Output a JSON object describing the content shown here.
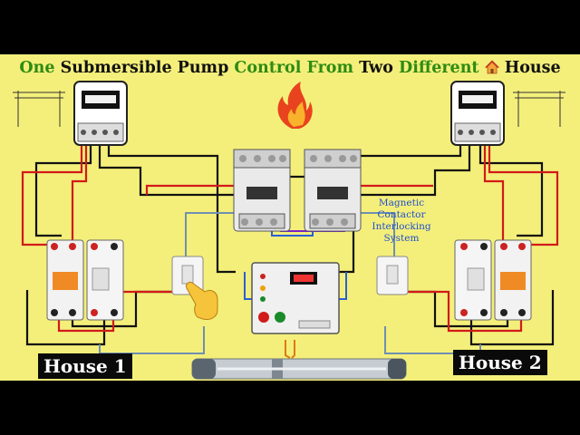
{
  "title": {
    "part1": "One",
    "part2": "Submersible Pump",
    "part3": "Control From",
    "part4": "Two",
    "part5": "Different",
    "part6": "House"
  },
  "labels": {
    "house_left": "House 1",
    "house_right": "House 2",
    "note_line1": "Magnetic",
    "note_line2": "Contactor",
    "note_line3": "Interlocking",
    "note_line4": "System"
  },
  "colors": {
    "background": "#f4ef7a",
    "title_green": "#2e8b12",
    "note_blue": "#1f4fd0",
    "wire_red": "#d11a1a",
    "wire_black": "#111111",
    "wire_blue": "#2a5fd8",
    "wire_purple": "#7a22c8",
    "wire_grey": "#6f8fb0"
  },
  "icons": [
    "house-emoji-icon",
    "fire-emoji-icon",
    "pointing-hand-icon",
    "utility-pole-icon"
  ]
}
